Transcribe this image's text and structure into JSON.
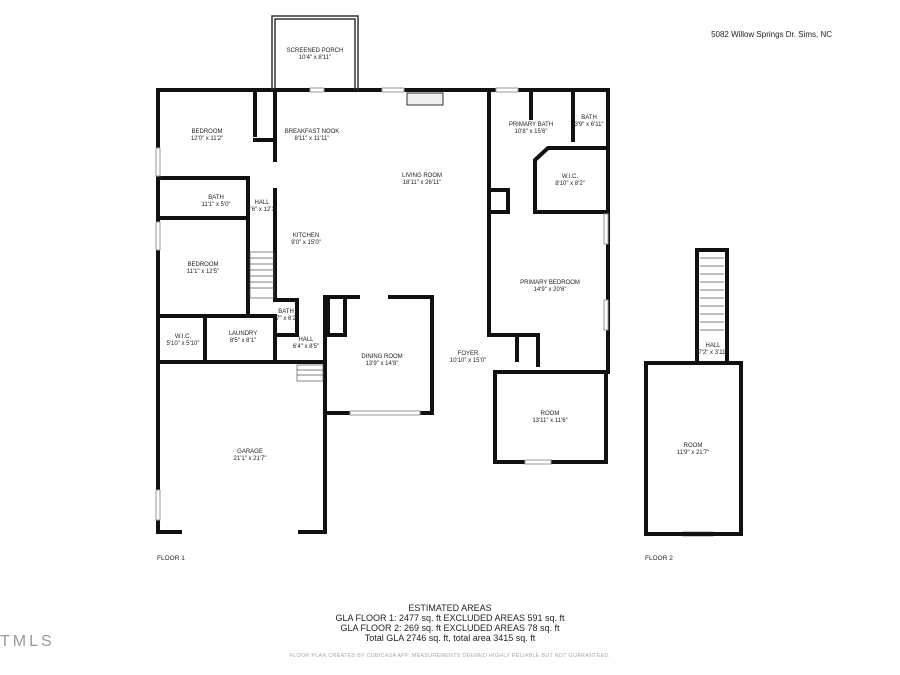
{
  "address": "5082 Willow Springs Dr. Sims, NC",
  "rooms": [
    {
      "name": "SCREENED PORCH",
      "size": "10'4\" x 8'11\""
    },
    {
      "name": "BEDROOM",
      "size": "12'0\" x 11'2\""
    },
    {
      "name": "BREAKFAST NOOK",
      "size": "8'11\" x 11'11\""
    },
    {
      "name": "LIVING ROOM",
      "size": "18'11\" x 26'11\""
    },
    {
      "name": "PRIMARY BATH",
      "size": "10'8\" x 15'6\""
    },
    {
      "name": "BATH",
      "size": "3'9\" x 6'11\""
    },
    {
      "name": "W.I.C.",
      "size": "8'10\" x 8'2\""
    },
    {
      "name": "BATH",
      "size": "11'1\" x 5'0\""
    },
    {
      "name": "HALL",
      "size": "3'6\" x 12'1\""
    },
    {
      "name": "KITCHEN",
      "size": "9'0\" x 15'0\""
    },
    {
      "name": "BEDROOM",
      "size": "11'1\" x 12'5\""
    },
    {
      "name": "PRIMARY BEDROOM",
      "size": "14'9\" x 20'6\""
    },
    {
      "name": "BATH",
      "size": "7\" x 6'2"
    },
    {
      "name": "W.I.C.",
      "size": "5'10\" x 5'10\""
    },
    {
      "name": "LAUNDRY",
      "size": "8'5\" x 8'1\""
    },
    {
      "name": "HALL",
      "size": "6'4\" x 8'5\""
    },
    {
      "name": "DINING ROOM",
      "size": "13'9\" x 14'8\""
    },
    {
      "name": "FOYER",
      "size": "10'10\" x 15'0\""
    },
    {
      "name": "ROOM",
      "size": "13'11\" x 11'6\""
    },
    {
      "name": "GARAGE",
      "size": "21'1\" x 21'7\""
    },
    {
      "name": "HALL",
      "size": "7'2\" x 3'11\""
    },
    {
      "name": "ROOM",
      "size": "11'9\" x 21'7\""
    }
  ],
  "floor1_label": "FLOOR 1",
  "floor2_label": "FLOOR 2",
  "areas": {
    "title": "ESTIMATED AREAS",
    "line1": "GLA FLOOR 1: 2477 sq. ft EXCLUDED AREAS 591 sq. ft",
    "line2": "GLA FLOOR 2: 269 sq. ft EXCLUDED AREAS 78 sq. ft",
    "line3": "Total GLA 2746 sq. ft, total area 3415 sq. ft"
  },
  "disclaimer": "FLOOR PLAN CREATED BY CUBICASA APP. MEASUREMENTS DEEMED HIGHLY RELIABLE BUT NOT GUARANTEED.",
  "logo": "TMLS"
}
